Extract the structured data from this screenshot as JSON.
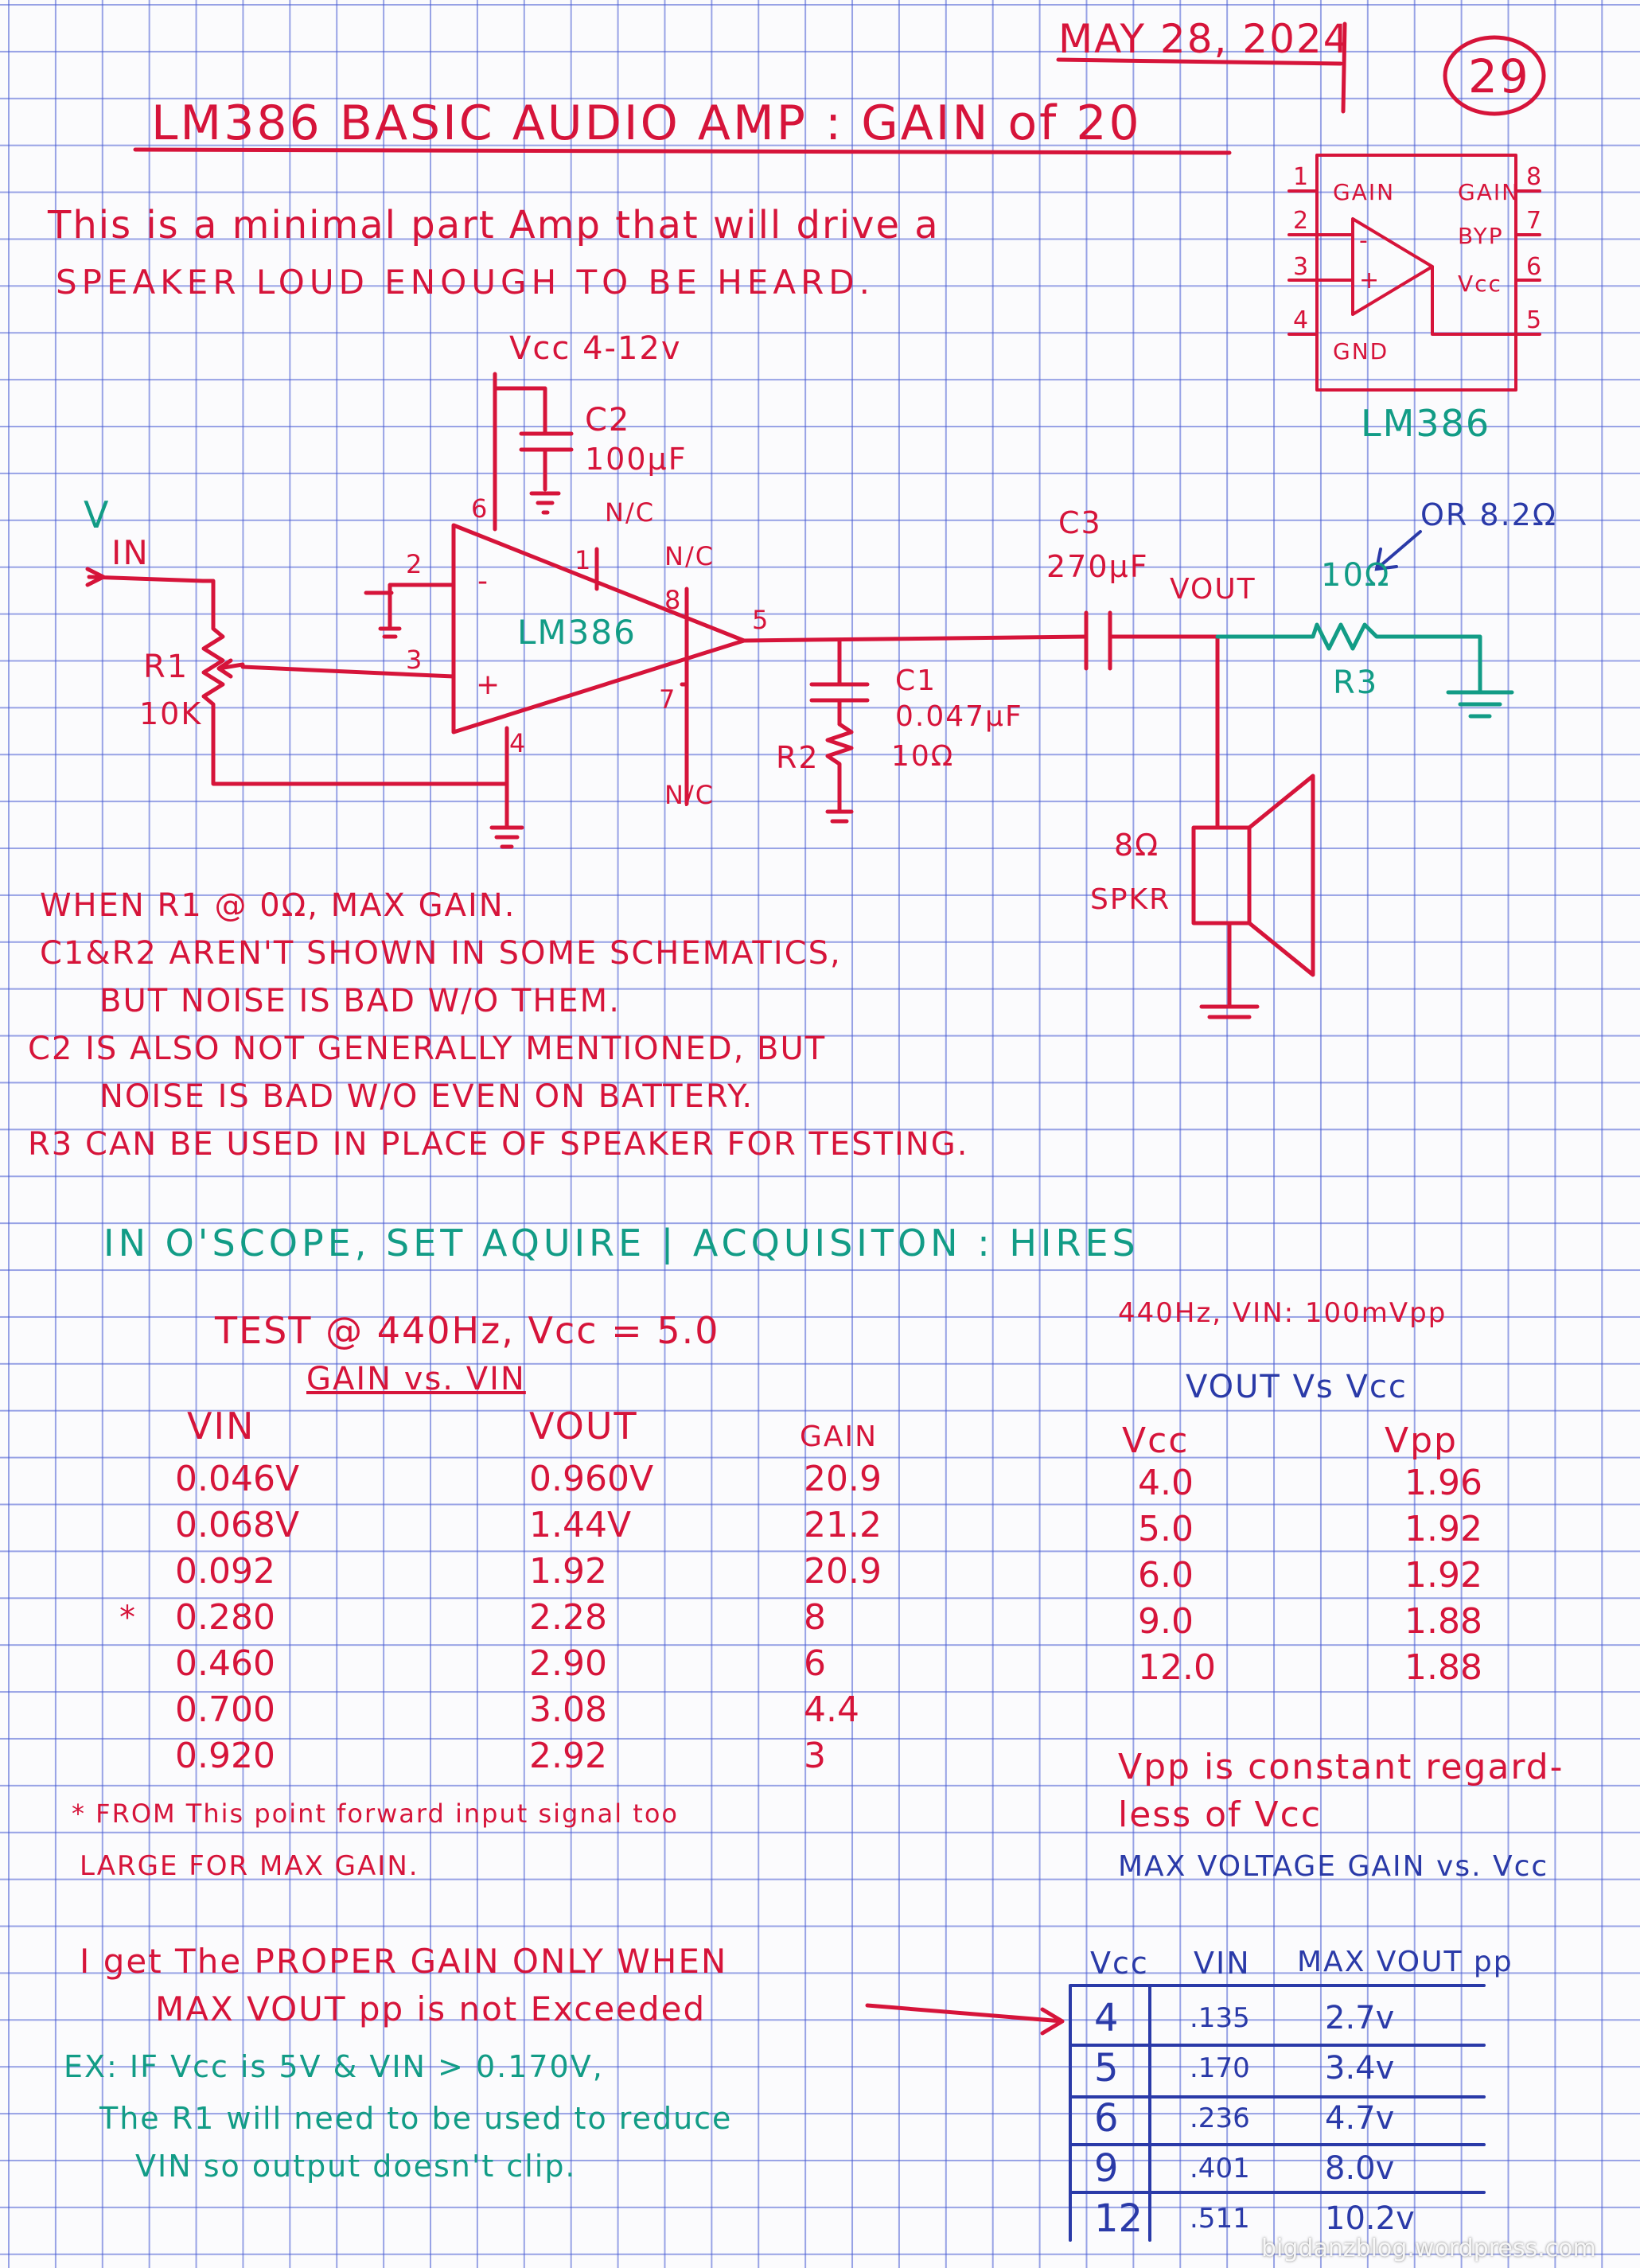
{
  "header": {
    "date": "MAY 28, 2024",
    "page_number": "29"
  },
  "title": "LM386   BASIC AUDIO AMP : GAIN of 20",
  "intro": {
    "line1": "This is a minimal part Amp that will drive a",
    "line2": "SPEAKER LOUD ENOUGH TO BE HEARD."
  },
  "pinout": {
    "chip_label": "LM386",
    "pins": [
      "1",
      "2",
      "3",
      "4",
      "5",
      "6",
      "7",
      "8"
    ],
    "left_labels": [
      "GAIN",
      "GND"
    ],
    "right_labels": [
      "GAIN",
      "BYP",
      "Vcc"
    ],
    "op_minus": "-",
    "op_plus": "+"
  },
  "schematic": {
    "vcc": "Vcc 4-12v",
    "c2_name": "C2",
    "c2_value": "100µF",
    "v_label": "V",
    "in_label": "IN",
    "r1_name": "R1",
    "r1_value": "10K",
    "chip": "LM386",
    "pin2": "2",
    "pin3": "3",
    "pin4": "4",
    "pin5": "5",
    "pin6": "6",
    "pin1": "1",
    "pin7": "7",
    "pin8": "8",
    "nc_pin1": "N/C",
    "nc_pin8": "N/C",
    "nc_pin7": "N/C",
    "op_minus": "-",
    "op_plus": "+",
    "c3_name": "C3",
    "c3_value": "270µF",
    "vout": "VOUT",
    "c1_name": "C1",
    "c1_value": "0.047µF",
    "r2_name": "R2",
    "r2_value": "10Ω",
    "r3_value": "10Ω",
    "r3_name": "R3",
    "r3_alt": "OR 8.2Ω",
    "spkr_ohms": "8Ω",
    "spkr": "SPKR"
  },
  "notes": [
    "WHEN R1 @ 0Ω, MAX GAIN.",
    "C1&R2 AREN'T SHOWN IN SOME SCHEMATICS,",
    "BUT NOISE IS BAD w/o Them.",
    "C2 IS also NOT GENERALLY MENTIONED, BUT",
    "NOISE IS BAD W/O EVEN ON BATTERY.",
    "R3 CAN BE USED IN PLACE OF SPEAKER FOR TESTING."
  ],
  "scope_note": "IN O'SCOPE, SET AQUIRE | ACQUISITON : HIRES",
  "gain_table": {
    "title": "TEST @ 440Hz, Vcc = 5.0",
    "subtitle": "GAIN vs. VIN",
    "headers": [
      "VIN",
      "VOUT",
      "GAIN"
    ],
    "asterisk": "*",
    "vin": [
      "0.046V",
      "0.068V",
      "0.092",
      "0.280",
      "0.460",
      "0.700",
      "0.920"
    ],
    "vout": [
      "0.960V",
      "1.44V",
      "1.92",
      "2.28",
      "2.90",
      "3.08",
      "2.92"
    ],
    "gain": [
      "20.9",
      "21.2",
      "20.9",
      "8",
      "6",
      "4.4",
      "3"
    ],
    "footnote_1": "* FROM This point forward input signal too",
    "footnote_2": "LARGE FOR MAX GAIN."
  },
  "vout_table": {
    "condition": "440Hz, VIN: 100mVpp",
    "title": "VOUT Vs Vcc",
    "headers": [
      "Vcc",
      "Vpp"
    ],
    "vcc": [
      "4.0",
      "5.0",
      "6.0",
      "9.0",
      "12.0"
    ],
    "vpp": [
      "1.96",
      "1.92",
      "1.92",
      "1.88",
      "1.88"
    ],
    "note_1": "Vpp is constant regard-",
    "note_2": "less of Vcc"
  },
  "max_table": {
    "title": "MAX VOLTAGE GAIN vs. Vcc",
    "headers": [
      "Vcc",
      "VIN",
      "MAX VOUT pp"
    ],
    "vcc": [
      "4",
      "5",
      "6",
      "9",
      "12"
    ],
    "vin": [
      ".135",
      ".170",
      ".236",
      ".401",
      ".511"
    ],
    "vout": [
      "2.7v",
      "3.4v",
      "4.7v",
      "8.0v",
      "10.2v"
    ]
  },
  "conclusion": {
    "line1": "I get The PROPER GAIN ONLY WHEN",
    "line2": "MAX VOUT pp is not Exceeded"
  },
  "example": {
    "line1": "EX: IF Vcc is 5V & VIN > 0.170V,",
    "line2": "The R1 will need to be used to reduce",
    "line3": "VIN so output doesn't clip."
  },
  "watermark": "bigdanzblog.wordpress.com"
}
